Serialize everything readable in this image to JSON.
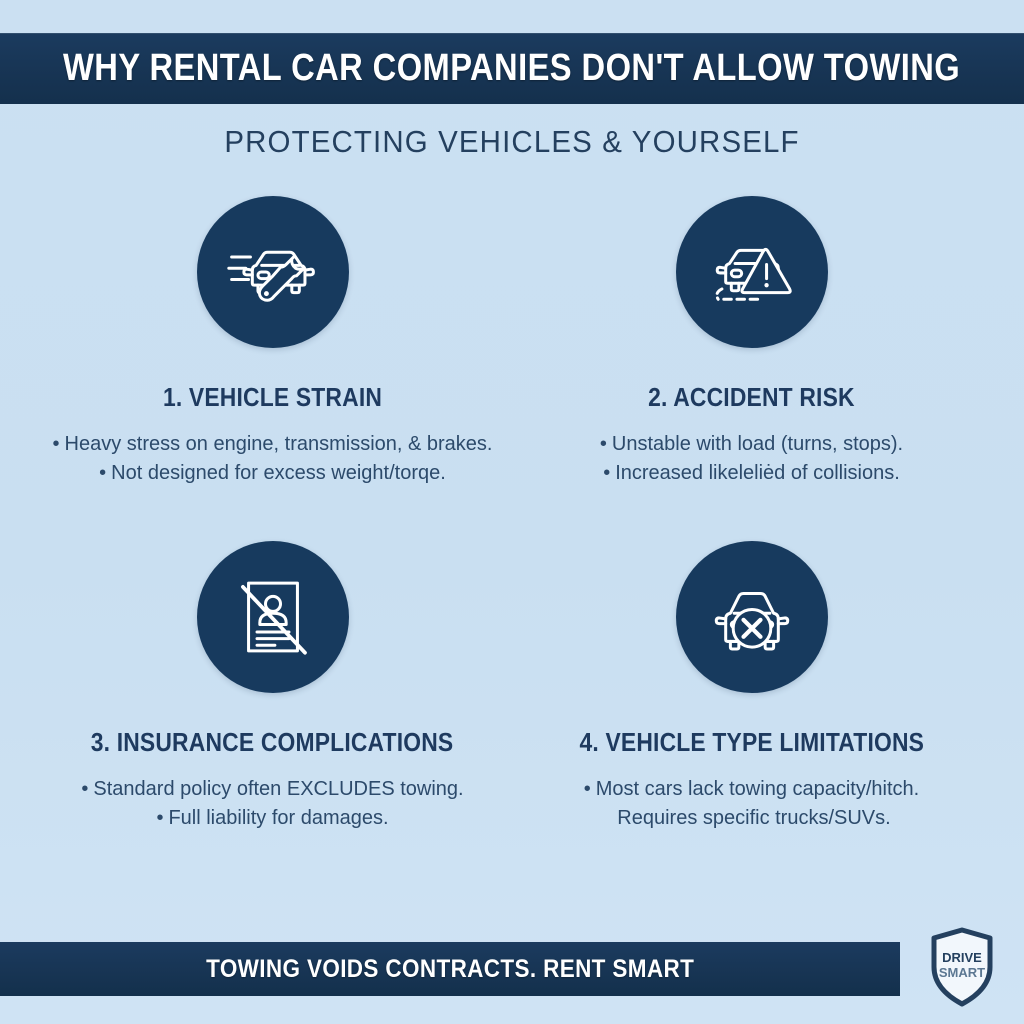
{
  "header": {
    "title": "WHY RENTAL CAR COMPANIES DON'T ALLOW TOWING"
  },
  "subtitle": "PROTECTING VEHICLES & YOURSELF",
  "cards": [
    {
      "icon": "car-wrench-icon",
      "title": "1. VEHICLE STRAIN",
      "bullets": [
        {
          "dot": "•",
          "text": "Heavy stress on engine, transmission, & brakes."
        },
        {
          "dot": "•",
          "text": "Not designed for excess weight/torqe."
        }
      ]
    },
    {
      "icon": "car-warning-triangle-icon",
      "title": "2. ACCIDENT RISK",
      "bullets": [
        {
          "dot": "•",
          "text": "Unstable with load (turns, stops)."
        },
        {
          "dot": "•",
          "text": "Increased likeleliėd of collisions."
        }
      ]
    },
    {
      "icon": "document-person-crossed-out-icon",
      "title": "3. INSURANCE COMPLICATIONS",
      "bullets": [
        {
          "dot": "•",
          "text": "Standard policy often EXCLUDES towing."
        },
        {
          "dot": "•",
          "text": "Full liability for damages."
        }
      ]
    },
    {
      "icon": "car-x-circle-icon",
      "title": "4. VEHICLE TYPE LIMITATIONS",
      "bullets": [
        {
          "dot": "•",
          "text": "Most cars lack towing capacity/hitch."
        },
        {
          "dot": "",
          "text": "Requires specific trucks/SUVs."
        }
      ]
    }
  ],
  "footer": {
    "text": "TOWING VOIDS CONTRACTS. RENT SMART"
  },
  "logo": {
    "name": "drive-smart-shield-logo",
    "line1": "DRIVE",
    "line2": "SMART"
  },
  "colors": {
    "background": "#cbe0f2",
    "band_navy": "#173453",
    "icon_circle_navy": "#173a5e",
    "heading_navy": "#1e3a5f",
    "body_text": "#2c4a6b",
    "band_text": "#ffffff"
  }
}
